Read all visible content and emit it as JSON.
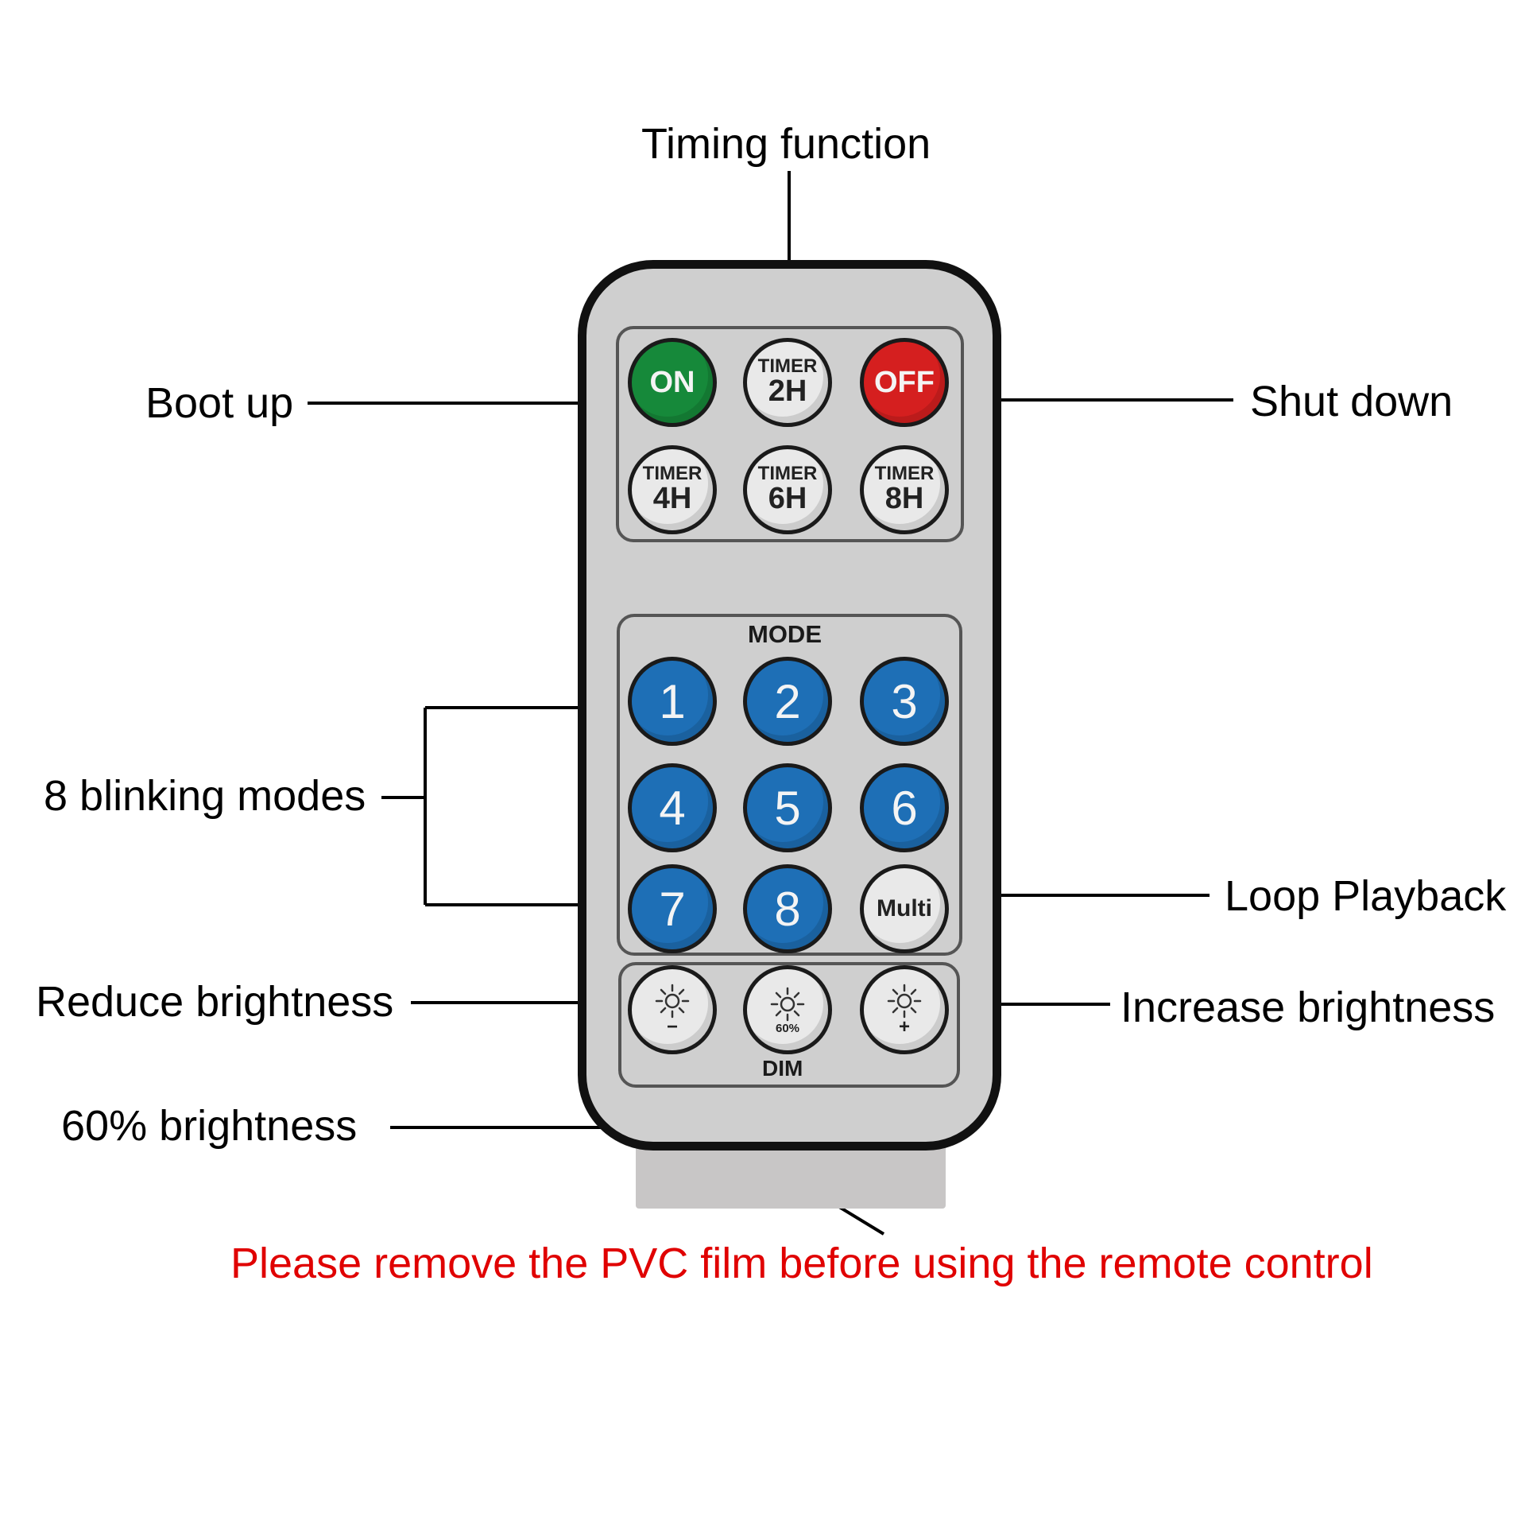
{
  "callouts": {
    "timing_function": "Timing function",
    "boot_up": "Boot up",
    "shut_down": "Shut down",
    "blinking_modes": "8 blinking modes",
    "loop_playback": "Loop Playback",
    "reduce_brightness": "Reduce brightness",
    "increase_brightness": "Increase brightness",
    "sixty_brightness": "60% brightness"
  },
  "warning": "Please remove the PVC film before using the remote control",
  "remote": {
    "power_row": {
      "on": "ON",
      "timer_2h_top": "TIMER",
      "timer_2h_bottom": "2H",
      "off": "OFF"
    },
    "timer_row": [
      {
        "top": "TIMER",
        "bottom": "4H"
      },
      {
        "top": "TIMER",
        "bottom": "6H"
      },
      {
        "top": "TIMER",
        "bottom": "8H"
      }
    ],
    "mode_title": "MODE",
    "modes": [
      "1",
      "2",
      "3",
      "4",
      "5",
      "6",
      "7",
      "8"
    ],
    "multi": "Multi",
    "dim_title": "DIM",
    "dim_buttons": {
      "minus": "−",
      "sixty": "60%",
      "plus": "+"
    }
  },
  "colors": {
    "on_button": "#16893a",
    "off_button": "#d51f1f",
    "mode_button": "#1e6fb6",
    "warning_text": "#e00000",
    "remote_body": "#cfcfcf"
  },
  "icons": [
    "sun-icon",
    "sun-icon",
    "sun-icon"
  ]
}
